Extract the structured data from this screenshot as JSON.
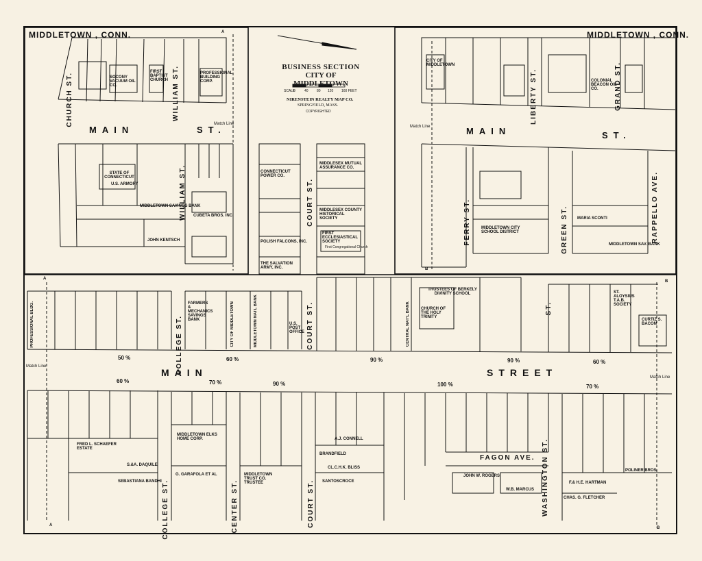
{
  "map_title": {
    "line1": "BUSINESS SECTION",
    "line2": "CITY OF",
    "line3": "MIDDLETOWN",
    "scale_label": "SCALE",
    "scale_ticks": [
      "0",
      "40",
      "80",
      "120",
      "160 FEET"
    ],
    "publisher": "NIRENSTEIN REALTY MAP CO.",
    "publisher_city": "SPRINGFIELD, MASS.",
    "copyright": "COPYRIGHTED"
  },
  "city_labels": {
    "left": "MIDDLETOWN , CONN.",
    "right": "MIDDLETOWN , CONN."
  },
  "street_labels": {
    "main_left": "MAIN",
    "st_left": "ST.",
    "main_right": "MAIN",
    "st_right": "ST.",
    "main_bottom": "MAIN",
    "street_bottom": "STREET",
    "church": "CHURCH ST.",
    "william_top": "WILLIAM ST.",
    "william_mid": "WILLIAM ST.",
    "court_mid": "COURT ST.",
    "court_bottom": "COURT ST.",
    "college_mid": "COLLEGE ST.",
    "college_bottom": "COLLEGE ST.",
    "center_bottom": "CENTER ST.",
    "ferry": "FERRY ST.",
    "green": "GREEN ST.",
    "liberty": "LIBERTY ST.",
    "grand": "GRAND ST.",
    "rappello": "RAPPELLO AVE.",
    "washington": "WASHINGTON ST.",
    "fagon": "FAGON AVE.",
    "st_right_mid": "ST."
  },
  "match_lines": {
    "top_left": "Match Line",
    "top_right": "Match Line",
    "bottom_left": "Match Line",
    "bottom_right": "Match Line"
  },
  "match_points": {
    "a_top": "A",
    "a_left": "A",
    "a_bottom": "A",
    "b_left": "B",
    "b_right": "B",
    "b_bottom": "B"
  },
  "percentages": {
    "p1": "50 %",
    "p2": "60 %",
    "p3": "90 %",
    "p4": "90 %",
    "p5": "60 %",
    "p6": "60 %",
    "p7": "70 %",
    "p8": "90 %",
    "p9": "100 %",
    "p10": "70 %"
  },
  "buildings": [
    "STATE OF CONNECTICUT",
    "U.S. ARMORY",
    "MIDDLETOWN SAVINGS BANK",
    "CUBETA BROS. INC.",
    "JOHN KENTSCH",
    "SOCONY VACUUM OIL CO.",
    "FIRST BAPTIST CHURCH",
    "PROFESSIONAL BUILDING CORP.",
    "CONNECTICUT POWER CO.",
    "POLISH FALCONS, INC.",
    "THE SALVATION ARMY, INC.",
    "MIDDLESEX MUTUAL ASSURANCE CO.",
    "MIDDLESEX COUNTY HISTORICAL SOCIETY",
    "FIRST ECCLESIASTICAL SOCIETY",
    "First Congregational Church",
    "CITY OF MIDDLETOWN",
    "MIDDLETOWN CITY SCHOOL DISTRICT",
    "COLONIAL BEACON OIL CO.",
    "MARIA SCONTI",
    "MIDDLETOWN SAV. BANK",
    "TRUSTEES OF BERKELY DIVINITY SCHOOL",
    "CHURCH OF THE HOLY TRINITY",
    "U.S. POST OFFICE",
    "CITY OF MIDDLETOWN",
    "FARMERS & MECHANICS SAVINGS BANK",
    "MIDDLETOWN NATL BANK",
    "CENTRAL NAT'L BANK",
    "ST. ALOYSIUS T.A.B. SOCIETY",
    "CURTIZ S. BACON",
    "PROFESSIONAL BLDG.",
    "FRED L. SCHAEFER ESTATE",
    "S.&A. DAQUILE",
    "SEBASTIANA BANDHI",
    "MIDDLETOWN ELKS HOME CORP.",
    "G. GARAFOLA ET AL",
    "MIDDLETOWN TRUST CO. TRUSTEE",
    "A.J. CONNELL",
    "BRANDFIELD",
    "CL.C.H.K. BLISS",
    "SANTOSCROCE",
    "JOHN W. ROGERS",
    "W.B. MARCUS",
    "POLINER BROS.",
    "F.& H.E. HARTMAN",
    "CHAS. G. FLETCHER"
  ],
  "colors": {
    "paper": "#f8f2e4",
    "ink": "#111111"
  }
}
